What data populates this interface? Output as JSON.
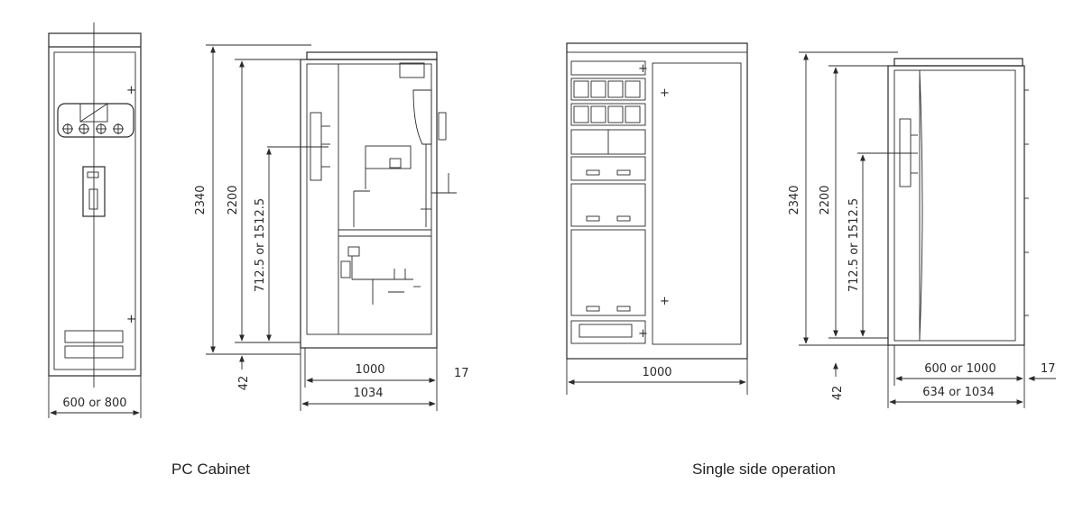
{
  "captions": {
    "left": "PC Cabinet",
    "right": "Single side operation"
  },
  "pc_cabinet": {
    "width_front": "600 or 800",
    "height_total": "2340",
    "height_frame": "2200",
    "height_mount": "712.5 or 1512.5",
    "base_offset": "42",
    "depth_inner": "1000",
    "depth_outer": "1034",
    "side_margin": "17"
  },
  "single_side": {
    "width_front": "1000",
    "height_total": "2340",
    "height_frame": "2200",
    "height_mount": "712.5 or 1512.5",
    "base_offset": "42",
    "depth_inner": "600 or 1000",
    "depth_outer": "634 or 1034",
    "side_margin": "17"
  }
}
